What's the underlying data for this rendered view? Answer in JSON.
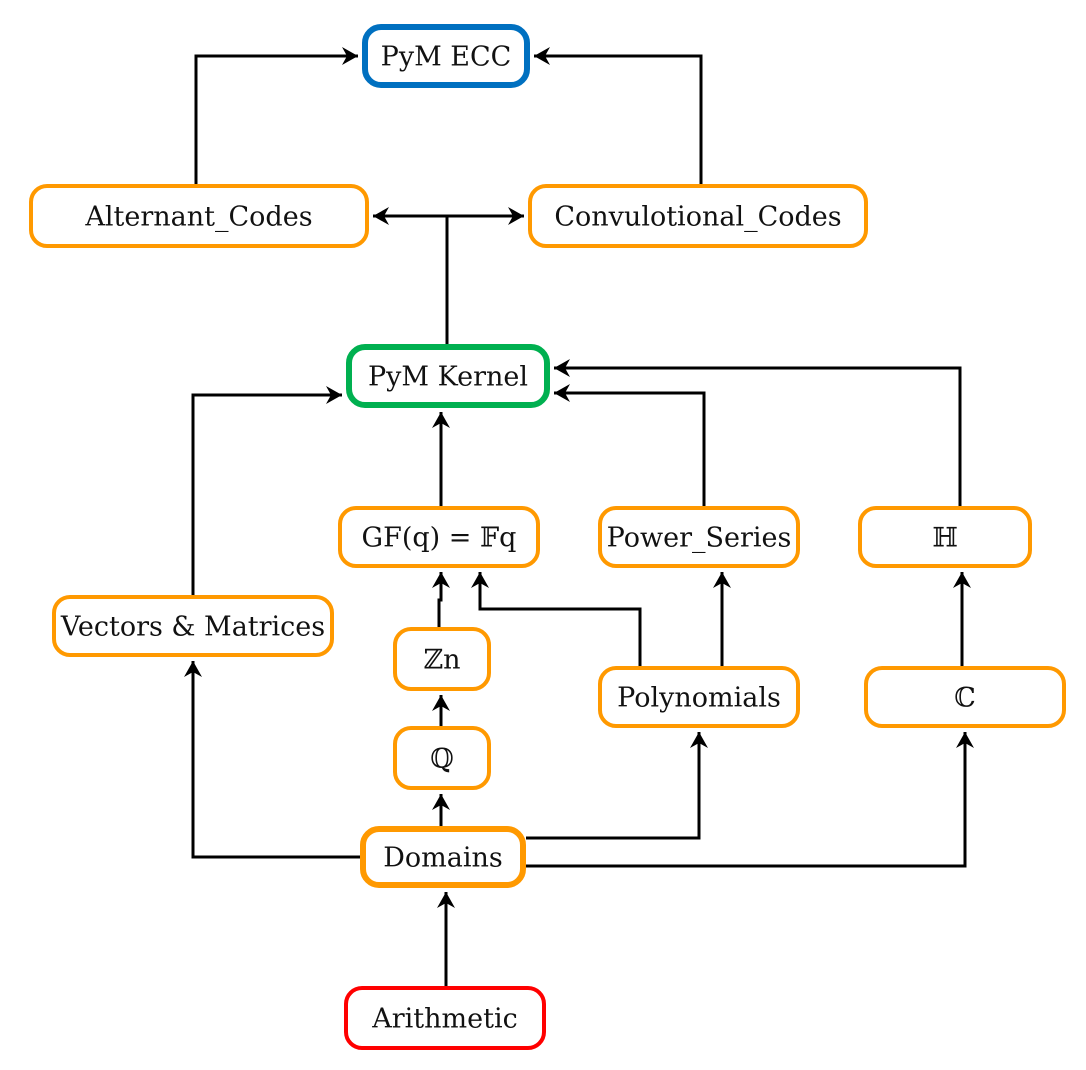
{
  "title": "PyM ECC dependency diagram",
  "colors": {
    "ecc": "#0070C0",
    "kernel": "#00B050",
    "module": "#FF9900",
    "base": "#FF0000",
    "edge": "#000000"
  },
  "nodes": {
    "pym_ecc": {
      "label": "PyM ECC",
      "role": "ecc"
    },
    "alternant_codes": {
      "label": "Alternant_Codes",
      "role": "module"
    },
    "convolutional_codes": {
      "label": "Convulotional_Codes",
      "role": "module"
    },
    "pym_kernel": {
      "label": "PyM Kernel",
      "role": "kernel"
    },
    "gf_q": {
      "label": "GF(q) = 𝔽q",
      "role": "module"
    },
    "power_series": {
      "label": "Power_Series",
      "role": "module"
    },
    "quaternions": {
      "label": "ℍ",
      "role": "module"
    },
    "vectors_matrices": {
      "label": "Vectors & Matrices",
      "role": "module"
    },
    "integers_mod_n": {
      "label": "ℤn",
      "role": "module"
    },
    "polynomials": {
      "label": "Polynomials",
      "role": "module"
    },
    "complex": {
      "label": "ℂ",
      "role": "module"
    },
    "rationals": {
      "label": "ℚ",
      "role": "module"
    },
    "domains": {
      "label": "Domains",
      "role": "module"
    },
    "arithmetic": {
      "label": "Arithmetic",
      "role": "base"
    }
  },
  "edges": [
    {
      "from": "alternant_codes",
      "to": "pym_ecc"
    },
    {
      "from": "convolutional_codes",
      "to": "pym_ecc"
    },
    {
      "from": "pym_kernel",
      "to": "alternant_codes"
    },
    {
      "from": "pym_kernel",
      "to": "convolutional_codes"
    },
    {
      "from": "vectors_matrices",
      "to": "pym_kernel"
    },
    {
      "from": "gf_q",
      "to": "pym_kernel"
    },
    {
      "from": "power_series",
      "to": "pym_kernel"
    },
    {
      "from": "quaternions",
      "to": "pym_kernel"
    },
    {
      "from": "integers_mod_n",
      "to": "gf_q"
    },
    {
      "from": "polynomials",
      "to": "gf_q"
    },
    {
      "from": "polynomials",
      "to": "power_series"
    },
    {
      "from": "complex",
      "to": "quaternions"
    },
    {
      "from": "rationals",
      "to": "integers_mod_n"
    },
    {
      "from": "domains",
      "to": "rationals"
    },
    {
      "from": "domains",
      "to": "vectors_matrices"
    },
    {
      "from": "domains",
      "to": "polynomials"
    },
    {
      "from": "domains",
      "to": "complex"
    },
    {
      "from": "arithmetic",
      "to": "domains"
    }
  ]
}
